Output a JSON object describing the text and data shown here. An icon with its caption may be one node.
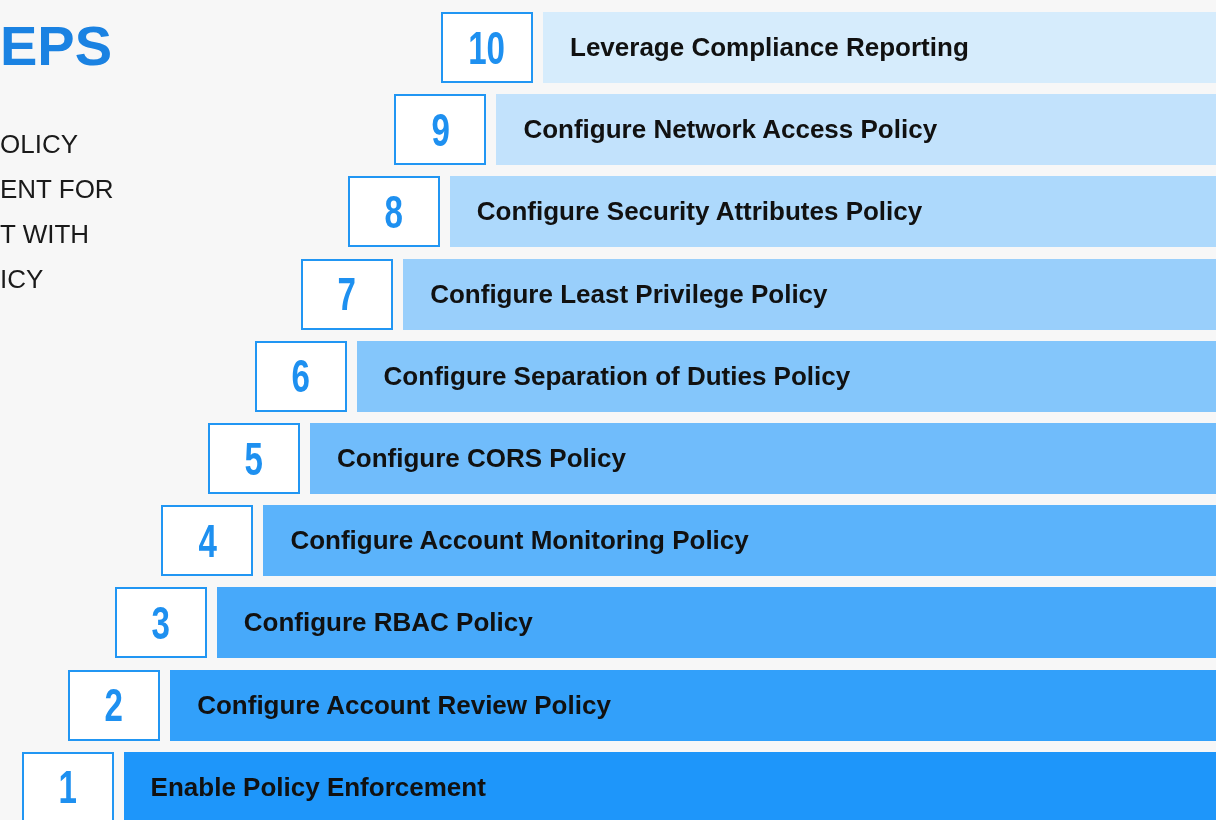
{
  "diagram": {
    "title": "EPS",
    "nodes": [
      {
        "text": [
          "10"
        ]
      },
      {
        "text": [
          "Leverage Compliance Reporting"
        ]
      },
      {
        "text": [
          "9"
        ]
      },
      {
        "text": [
          "Configure Network Access Policy"
        ]
      },
      {
        "text": [
          "8"
        ]
      },
      {
        "text": [
          "Configure Security Attributes Policy"
        ]
      },
      {
        "text": [
          "7"
        ]
      },
      {
        "text": [
          "Configure Least Privilege Policy"
        ]
      },
      {
        "text": [
          "6"
        ]
      },
      {
        "text": [
          "Configure Separation of Duties Policy"
        ]
      },
      {
        "text": [
          "5"
        ]
      },
      {
        "text": [
          "Configure CORS Policy"
        ]
      },
      {
        "text": [
          "4"
        ]
      },
      {
        "text": [
          "Configure Account Monitoring Policy"
        ]
      },
      {
        "text": [
          "3"
        ]
      },
      {
        "text": [
          "Configure RBAC Policy"
        ]
      },
      {
        "text": [
          "2"
        ]
      },
      {
        "text": [
          "Configure Account Review Policy"
        ]
      },
      {
        "text": [
          "1"
        ]
      },
      {
        "text": [
          "Enable Policy Enforcement"
        ]
      }
    ],
    "labels": [
      "OLICY ENT FOR T WITH ICY"
    ]
  }
}
